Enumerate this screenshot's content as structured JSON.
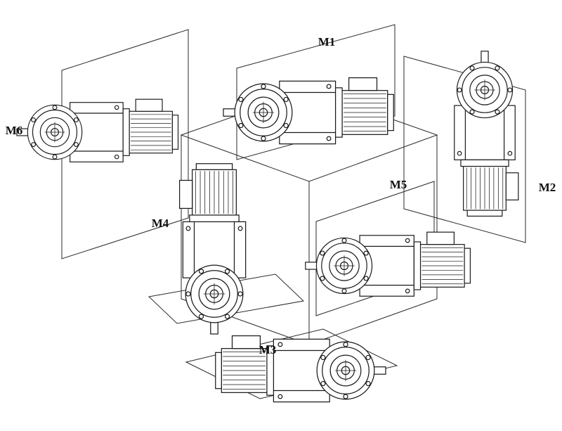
{
  "positions": [
    {
      "label": "M1"
    },
    {
      "label": "M2"
    },
    {
      "label": "M3"
    },
    {
      "label": "M4"
    },
    {
      "label": "M5"
    },
    {
      "label": "M6"
    }
  ],
  "colors": {
    "line": "#1a1a1a",
    "background": "#ffffff",
    "label": "#111111"
  }
}
